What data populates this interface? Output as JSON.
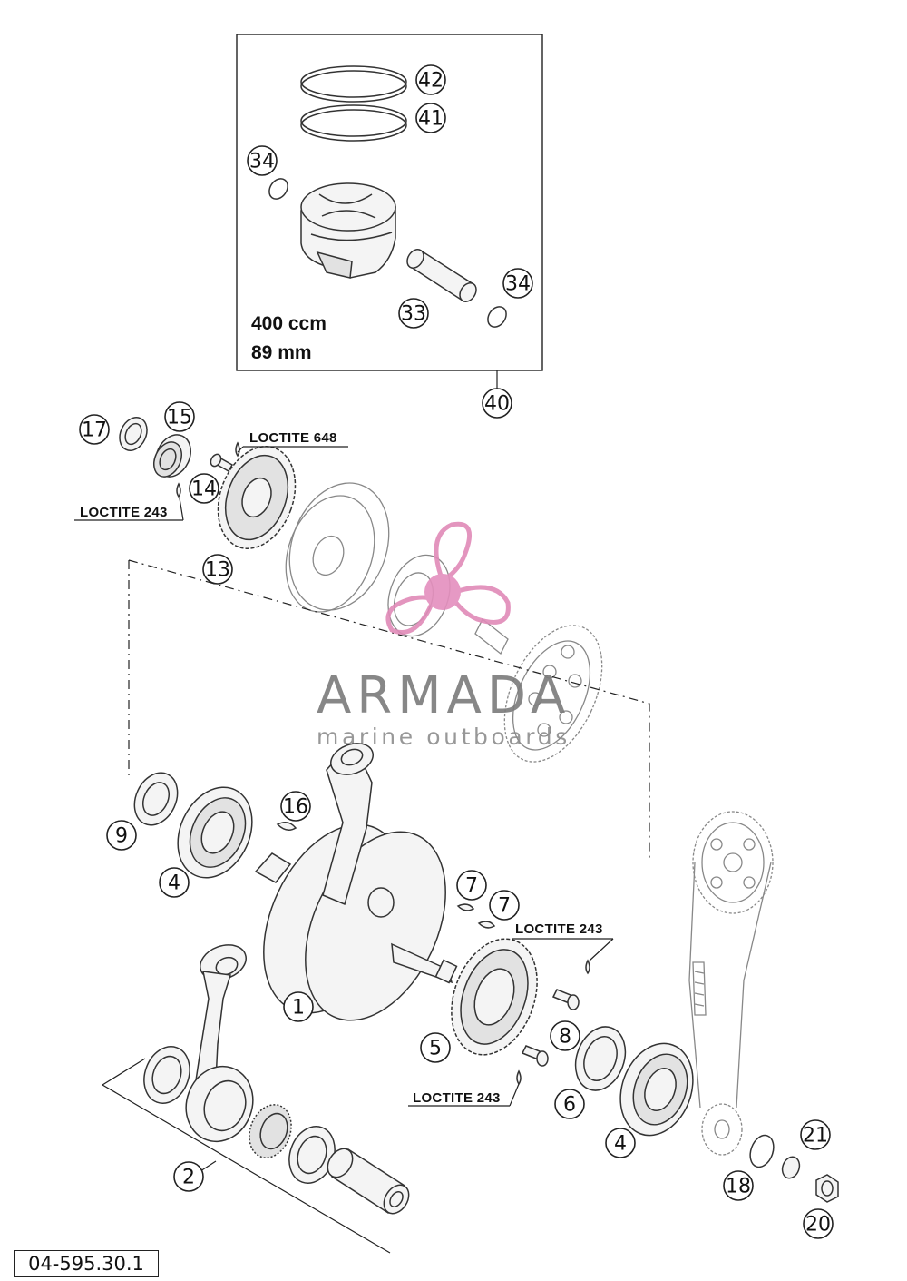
{
  "piston_kit": {
    "displacement": "400 ccm",
    "bore": "89 mm",
    "callouts": [
      "42",
      "41",
      "34",
      "34",
      "33",
      "40"
    ]
  },
  "loctite_labels": {
    "l648": "LOCTITE 648",
    "l243_left": "LOCTITE 243",
    "l243_right_top": "LOCTITE 243",
    "l243_right_bottom": "LOCTITE 243"
  },
  "callouts": {
    "c17": "17",
    "c15": "15",
    "c14": "14",
    "c13": "13",
    "c9": "9",
    "c4a": "4",
    "c16": "16",
    "c1": "1",
    "c7a": "7",
    "c7b": "7",
    "c5": "5",
    "c8": "8",
    "c6": "6",
    "c4b": "4",
    "c2": "2",
    "c21": "21",
    "c18": "18",
    "c20": "20"
  },
  "watermark": {
    "brand": "ARMADA",
    "tagline": "marine outboards",
    "logo_color": "#e08ab8"
  },
  "diagram_id": "04-595.30.1"
}
